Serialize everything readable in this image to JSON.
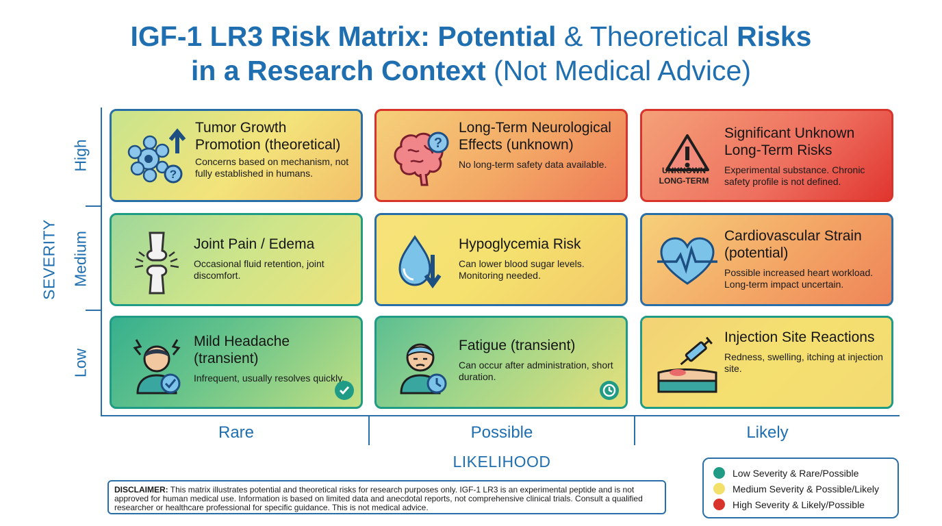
{
  "title": {
    "line1_bold_a": "IGF-1 LR3 Risk Matrix: Potential",
    "line1_normal": " & Theoretical ",
    "line1_bold_b": "Risks",
    "line2_bold": "in a Research Context",
    "line2_normal": " (Not Medical Advice)"
  },
  "axes": {
    "y_title": "SEVERITY",
    "x_title": "LIKELIHOOD",
    "rows": [
      "High",
      "Medium",
      "Low"
    ],
    "cols": [
      "Rare",
      "Possible",
      "Likely"
    ]
  },
  "cells": [
    {
      "title": "Tumor Growth Promotion (theoretical)",
      "desc": "Concerns based on mechanism, not fully established in humans.",
      "icon": "cells-growth-icon"
    },
    {
      "title": "Long-Term Neurological Effects (unknown)",
      "desc": "No long-term safety data available.",
      "icon": "brain-question-icon"
    },
    {
      "title": "Significant Unknown Long-Term Risks",
      "desc": "Experimental substance. Chronic safety profile is not defined.",
      "icon": "warning-triangle-icon",
      "icon_caption": "UNKNOWN LONG-TERM"
    },
    {
      "title": "Joint Pain / Edema",
      "desc": "Occasional fluid retention, joint discomfort.",
      "icon": "joint-icon"
    },
    {
      "title": "Hypoglycemia Risk",
      "desc": "Can lower blood sugar levels. Monitoring needed.",
      "icon": "blood-drop-down-icon"
    },
    {
      "title": "Cardiovascular Strain (potential)",
      "desc": "Possible increased heart workload. Long-term impact uncertain.",
      "icon": "heart-pulse-icon"
    },
    {
      "title": "Mild Headache (transient)",
      "desc": "Infrequent, usually resolves quickly.",
      "icon": "headache-person-icon"
    },
    {
      "title": "Fatigue (transient)",
      "desc": "Can occur after administration, short duration.",
      "icon": "tired-person-clock-icon"
    },
    {
      "title": "Injection Site Reactions",
      "desc": "Redness, swelling, itching at injection site.",
      "icon": "syringe-skin-icon"
    }
  ],
  "disclaimer": {
    "label": "DISCLAIMER:",
    "text": " This matrix illustrates potential and theoretical risks for research purposes only. IGF-1 LR3 is an experimental peptide and is not approved for human medical use. Information is based on limited data and anecdotal reports, not comprehensive clinical trials. Consult a qualified researcher or healthcare professional for specific guidance. This is not medical advice."
  },
  "legend": [
    {
      "label": "Low Severity & Rare/Possible",
      "color": "#1f9b86"
    },
    {
      "label": "Medium Severity & Possible/Likely",
      "color": "#f2e06a"
    },
    {
      "label": "High Severity & Likely/Possible",
      "color": "#d8342c"
    }
  ],
  "colors": {
    "accent_blue": "#1f6fb0",
    "green": "#1f9b86",
    "yellow": "#f2e06a",
    "red": "#d8342c",
    "orange": "#f0a05a"
  }
}
